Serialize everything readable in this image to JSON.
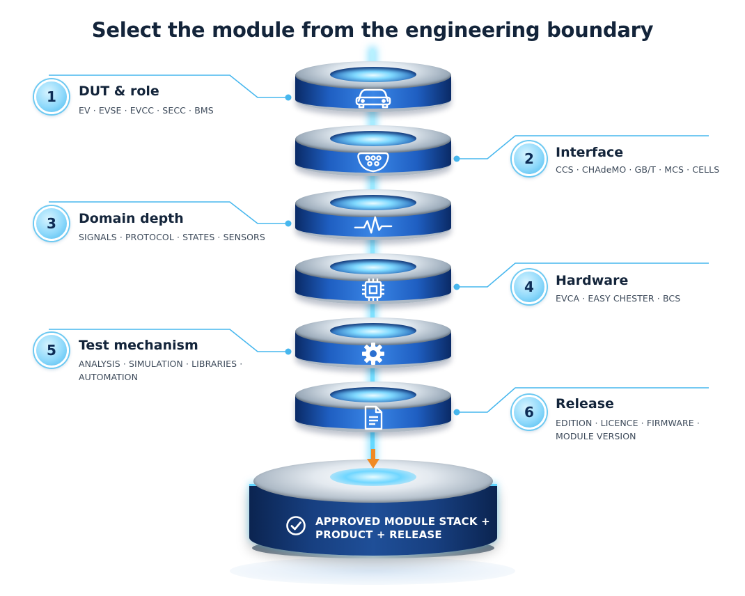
{
  "title": "Select the module from the engineering boundary",
  "steps": [
    {
      "number": "1",
      "name": "DUT & role",
      "detail": "EV · EVSE · EVCC · SECC · BMS",
      "icon": "car-icon"
    },
    {
      "number": "2",
      "name": "Interface",
      "detail": "CCS · CHAdeMO · GB/T · MCS · CELLS",
      "icon": "connector-icon"
    },
    {
      "number": "3",
      "name": "Domain depth",
      "detail": "SIGNALS · PROTOCOL · STATES · SENSORS",
      "icon": "waveform-icon"
    },
    {
      "number": "4",
      "name": "Hardware",
      "detail": "EVCA · EASY CHESTER · BCS",
      "icon": "chip-icon"
    },
    {
      "number": "5",
      "name": "Test mechanism",
      "detail_line1": "ANALYSIS · SIMULATION · LIBRARIES ·",
      "detail_line2": "AUTOMATION",
      "icon": "gear-icon"
    },
    {
      "number": "6",
      "name": "Release",
      "detail_line1": "EDITION · LICENCE · FIRMWARE ·",
      "detail_line2": "MODULE VERSION",
      "icon": "document-icon"
    }
  ],
  "result": {
    "line1": "APPROVED MODULE STACK +",
    "line2": "PRODUCT + RELEASE",
    "icon": "check-circle-icon"
  },
  "colors": {
    "accent": "#3a86e6",
    "glow": "#5fd8ff",
    "dark": "#13243a",
    "arrow": "#f08a24"
  }
}
